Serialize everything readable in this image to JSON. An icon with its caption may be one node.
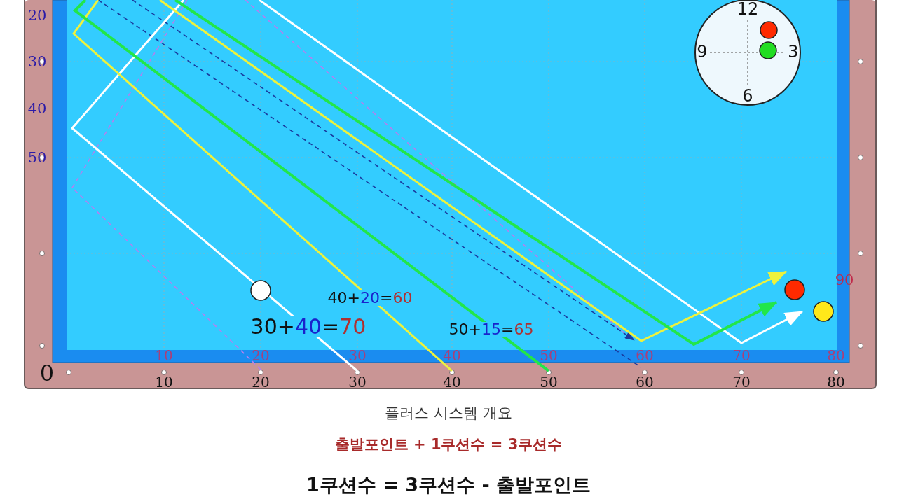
{
  "diagram": {
    "caption": "플러스 시스템 개요",
    "nodes": [
      {
        "text": [
          "12",
          "9",
          "3",
          "6"
        ]
      }
    ],
    "labels": [
      "20",
      "30",
      "40",
      "50",
      "90",
      "40+20=60",
      "30+40=70",
      "50+15=65",
      "10",
      "20",
      "30",
      "40",
      "50",
      "60",
      "70",
      "80",
      "0",
      "10",
      "20",
      "30",
      "40",
      "50",
      "60",
      "70",
      "80",
      "출발포인트 + 1쿠션수 = 3쿠션수",
      "1쿠션수 = 3쿠션수 - 출발포인트"
    ]
  }
}
